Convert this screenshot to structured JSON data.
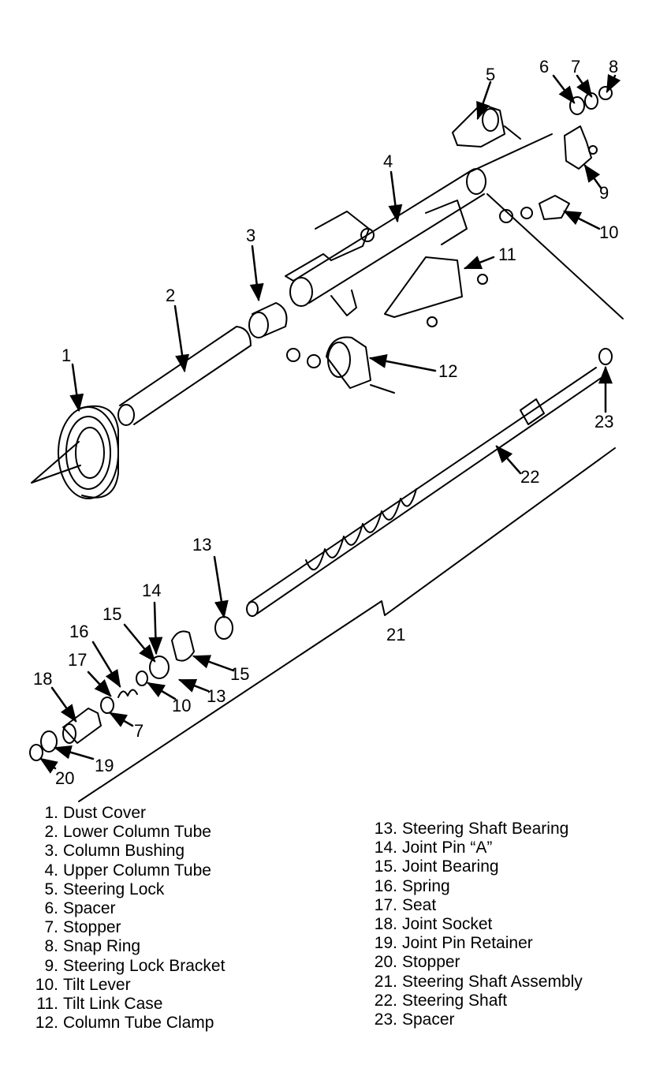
{
  "callouts": [
    "1",
    "2",
    "3",
    "4",
    "5",
    "6",
    "7",
    "8",
    "9",
    "10",
    "11",
    "12",
    "13",
    "14",
    "15",
    "16",
    "17",
    "18",
    "19",
    "20",
    "21",
    "22",
    "23"
  ],
  "lower_callouts": {
    "n7": "7",
    "n10": "10",
    "n13": "13",
    "n15": "15"
  },
  "legend": {
    "left": [
      {
        "n": "1.",
        "label": "Dust Cover"
      },
      {
        "n": "2.",
        "label": "Lower Column Tube"
      },
      {
        "n": "3.",
        "label": "Column Bushing"
      },
      {
        "n": "4.",
        "label": "Upper Column Tube"
      },
      {
        "n": "5.",
        "label": "Steering Lock"
      },
      {
        "n": "6.",
        "label": "Spacer"
      },
      {
        "n": "7.",
        "label": "Stopper"
      },
      {
        "n": "8.",
        "label": "Snap Ring"
      },
      {
        "n": "9.",
        "label": "Steering Lock Bracket"
      },
      {
        "n": "10.",
        "label": "Tilt Lever"
      },
      {
        "n": "11.",
        "label": "Tilt Link Case"
      },
      {
        "n": "12.",
        "label": "Column Tube Clamp"
      }
    ],
    "right": [
      {
        "n": "13.",
        "label": "Steering Shaft Bearing"
      },
      {
        "n": "14.",
        "label": "Joint Pin “A”"
      },
      {
        "n": "15.",
        "label": "Joint Bearing"
      },
      {
        "n": "16.",
        "label": "Spring"
      },
      {
        "n": "17.",
        "label": "Seat"
      },
      {
        "n": "18.",
        "label": "Joint Socket"
      },
      {
        "n": "19.",
        "label": "Joint Pin Retainer"
      },
      {
        "n": "20.",
        "label": "Stopper"
      },
      {
        "n": "21.",
        "label": "Steering Shaft Assembly"
      },
      {
        "n": "22.",
        "label": "Steering Shaft"
      },
      {
        "n": "23.",
        "label": "Spacer"
      }
    ]
  }
}
